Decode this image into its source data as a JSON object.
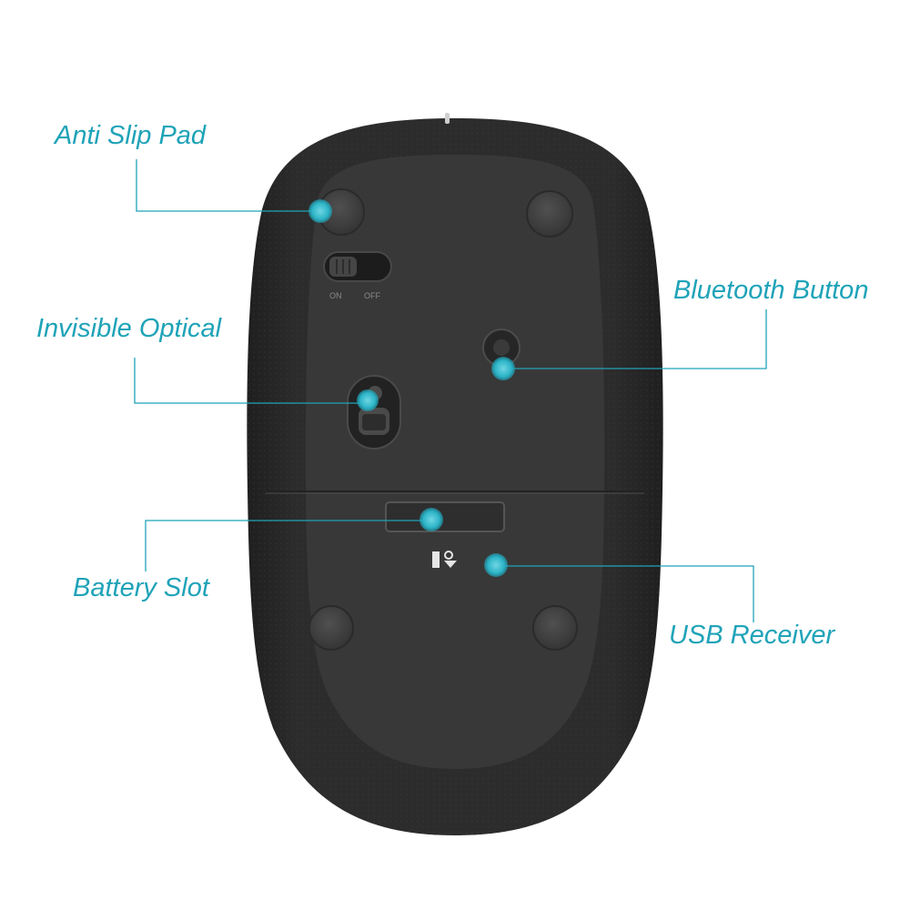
{
  "colors": {
    "accent": "#1fa3b8",
    "mouse_body": "#2b2b2b",
    "mouse_panel": "#3a3a3a",
    "background": "#ffffff"
  },
  "callouts": {
    "anti_slip_pad": "Anti Slip Pad",
    "invisible_optical": "Invisible Optical",
    "battery_slot": "Battery Slot",
    "bluetooth_button": "Bluetooth Button",
    "usb_receiver": "USB Receiver"
  },
  "switch_labels": {
    "on": "ON",
    "off": "OFF"
  }
}
